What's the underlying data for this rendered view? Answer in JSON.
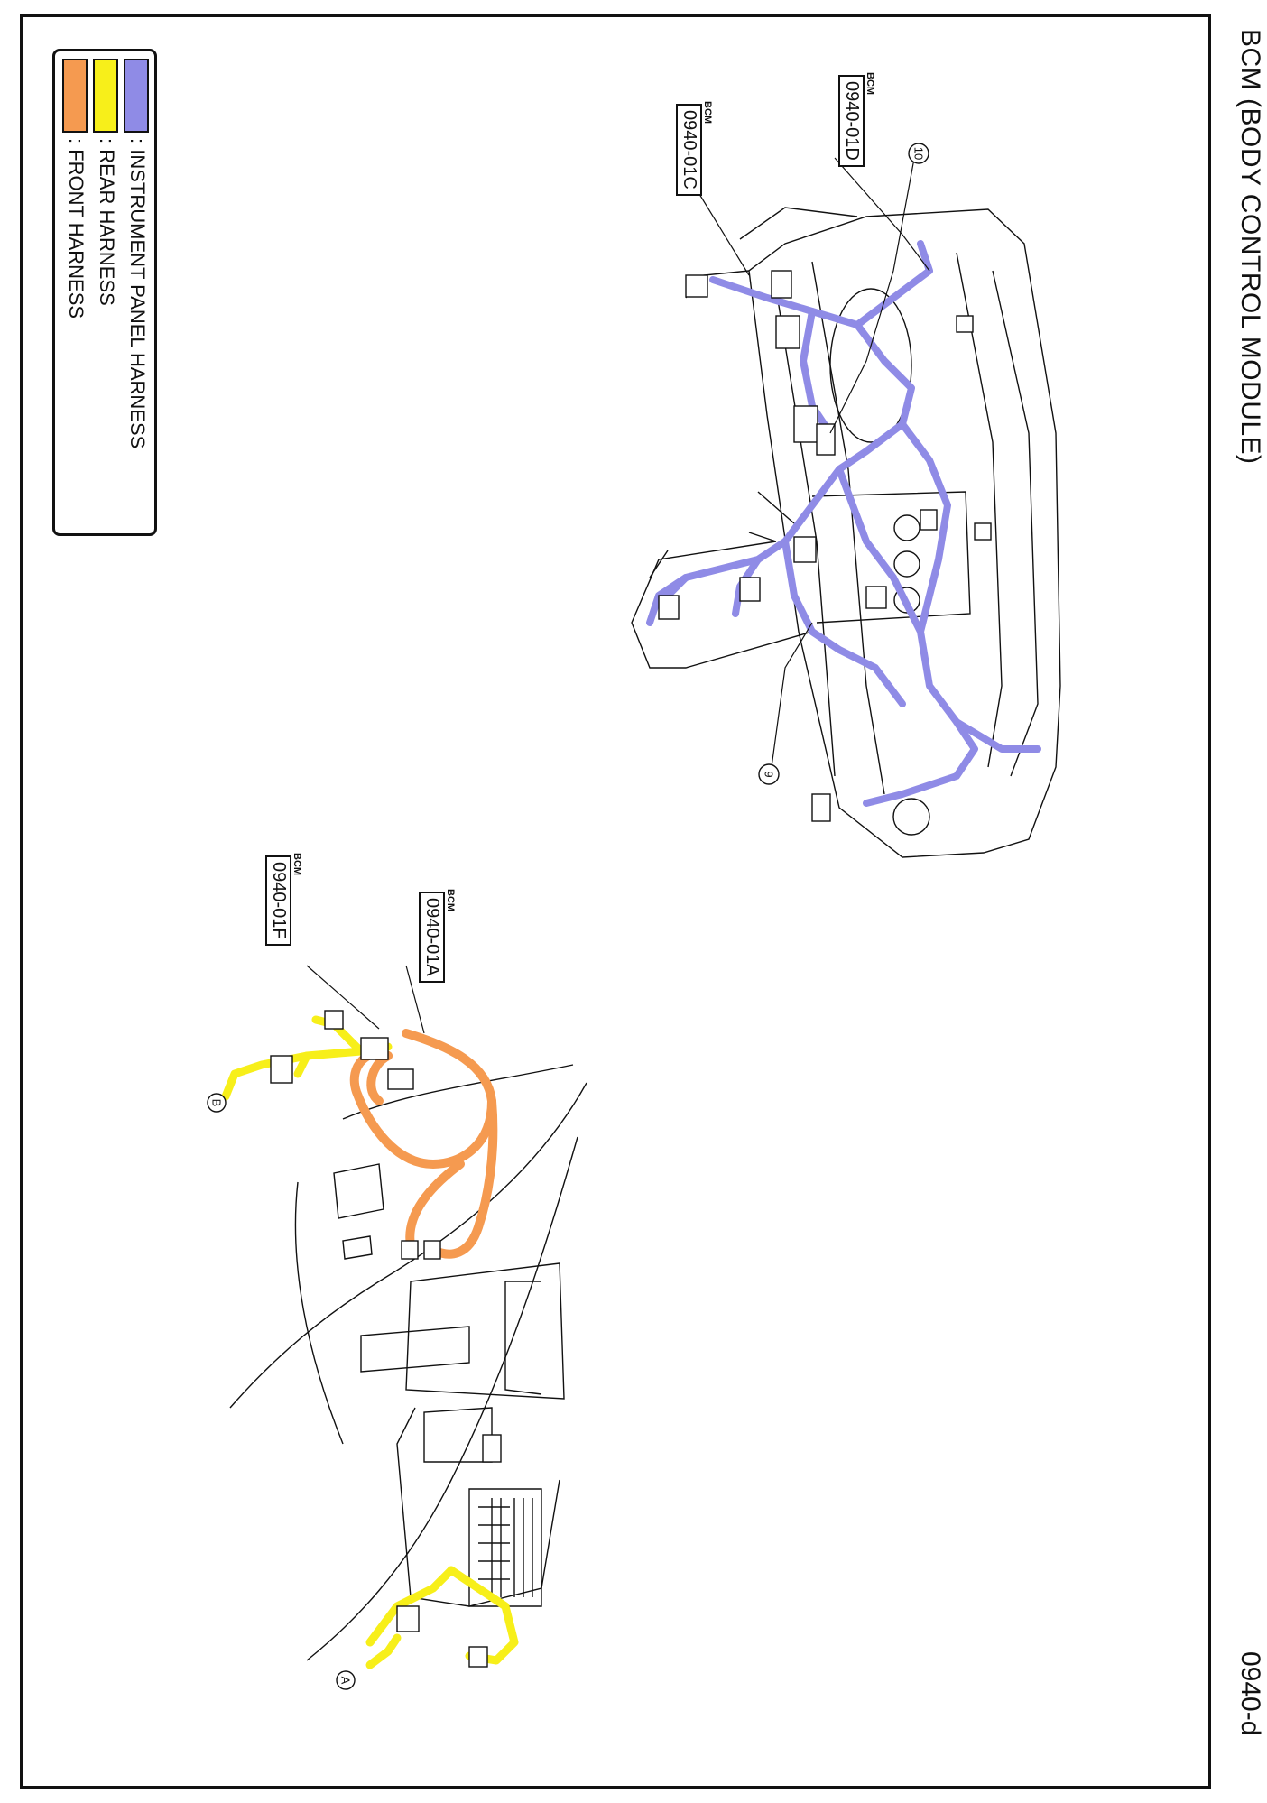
{
  "page": {
    "title": "BCM (BODY CONTROL MODULE)",
    "page_code": "0940-d"
  },
  "legend": {
    "items": [
      {
        "label": ": FRONT HARNESS",
        "color": "#f59a50"
      },
      {
        "label": ": REAR HARNESS",
        "color": "#f7ef1a"
      },
      {
        "label": ": INSTRUMENT PANEL HARNESS",
        "color": "#8f8be6"
      }
    ]
  },
  "connectors": [
    {
      "id": "c1",
      "tag": "BCM",
      "code": "0940-01D"
    },
    {
      "id": "c2",
      "tag": "BCM",
      "code": "0940-01C"
    },
    {
      "id": "c3",
      "tag": "BCM",
      "code": "0940-01A"
    },
    {
      "id": "c4",
      "tag": "BCM",
      "code": "0940-01F"
    }
  ],
  "markers": [
    {
      "label": "10"
    },
    {
      "label": "9"
    },
    {
      "label": "B"
    },
    {
      "label": "A"
    }
  ],
  "colors": {
    "line": "#111111",
    "front": "#f59a50",
    "rear": "#f7ef1a",
    "instrument": "#8f8be6"
  }
}
